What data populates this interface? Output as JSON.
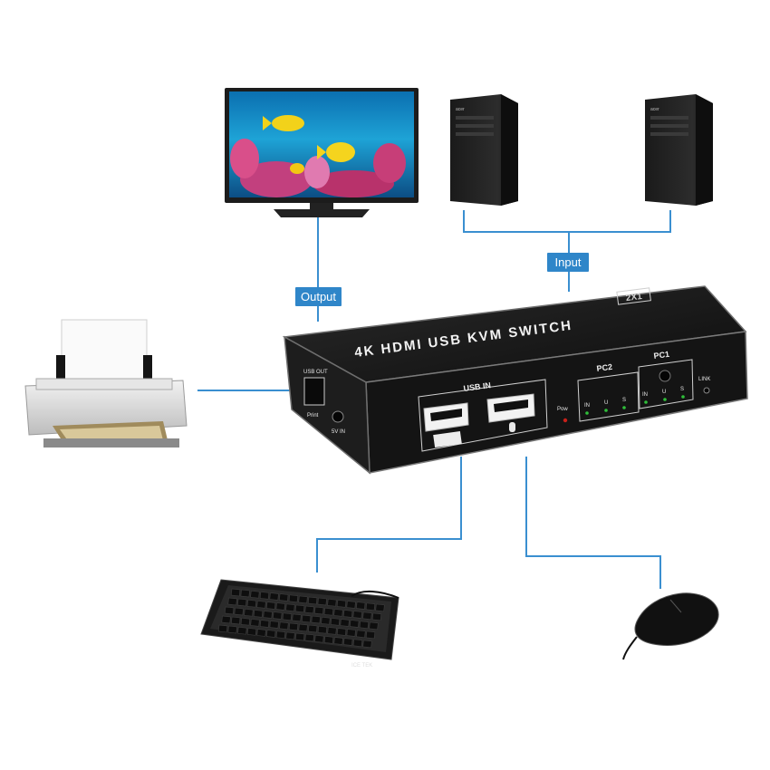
{
  "labels": {
    "output": "Output",
    "input": "Input"
  },
  "kvm": {
    "title": "4K HDMI USB KVM SWITCH",
    "badge": "2X1",
    "usb_in": "USB IN",
    "pc2": "PC2",
    "pc1": "PC1",
    "pow": "Pow",
    "link": "LINK",
    "led_in": "IN",
    "led_u": "U",
    "led_s": "S",
    "usb_out": "USB OUT",
    "print": "Print",
    "dc": "5V IN"
  },
  "pc_brand": "acer",
  "keyboard_brand": "ICE TEK",
  "colors": {
    "line": "#3a8fd0",
    "tag_bg": "#2f86c9",
    "kvm_body": "#161616",
    "kvm_edge": "#7a7a7a"
  }
}
